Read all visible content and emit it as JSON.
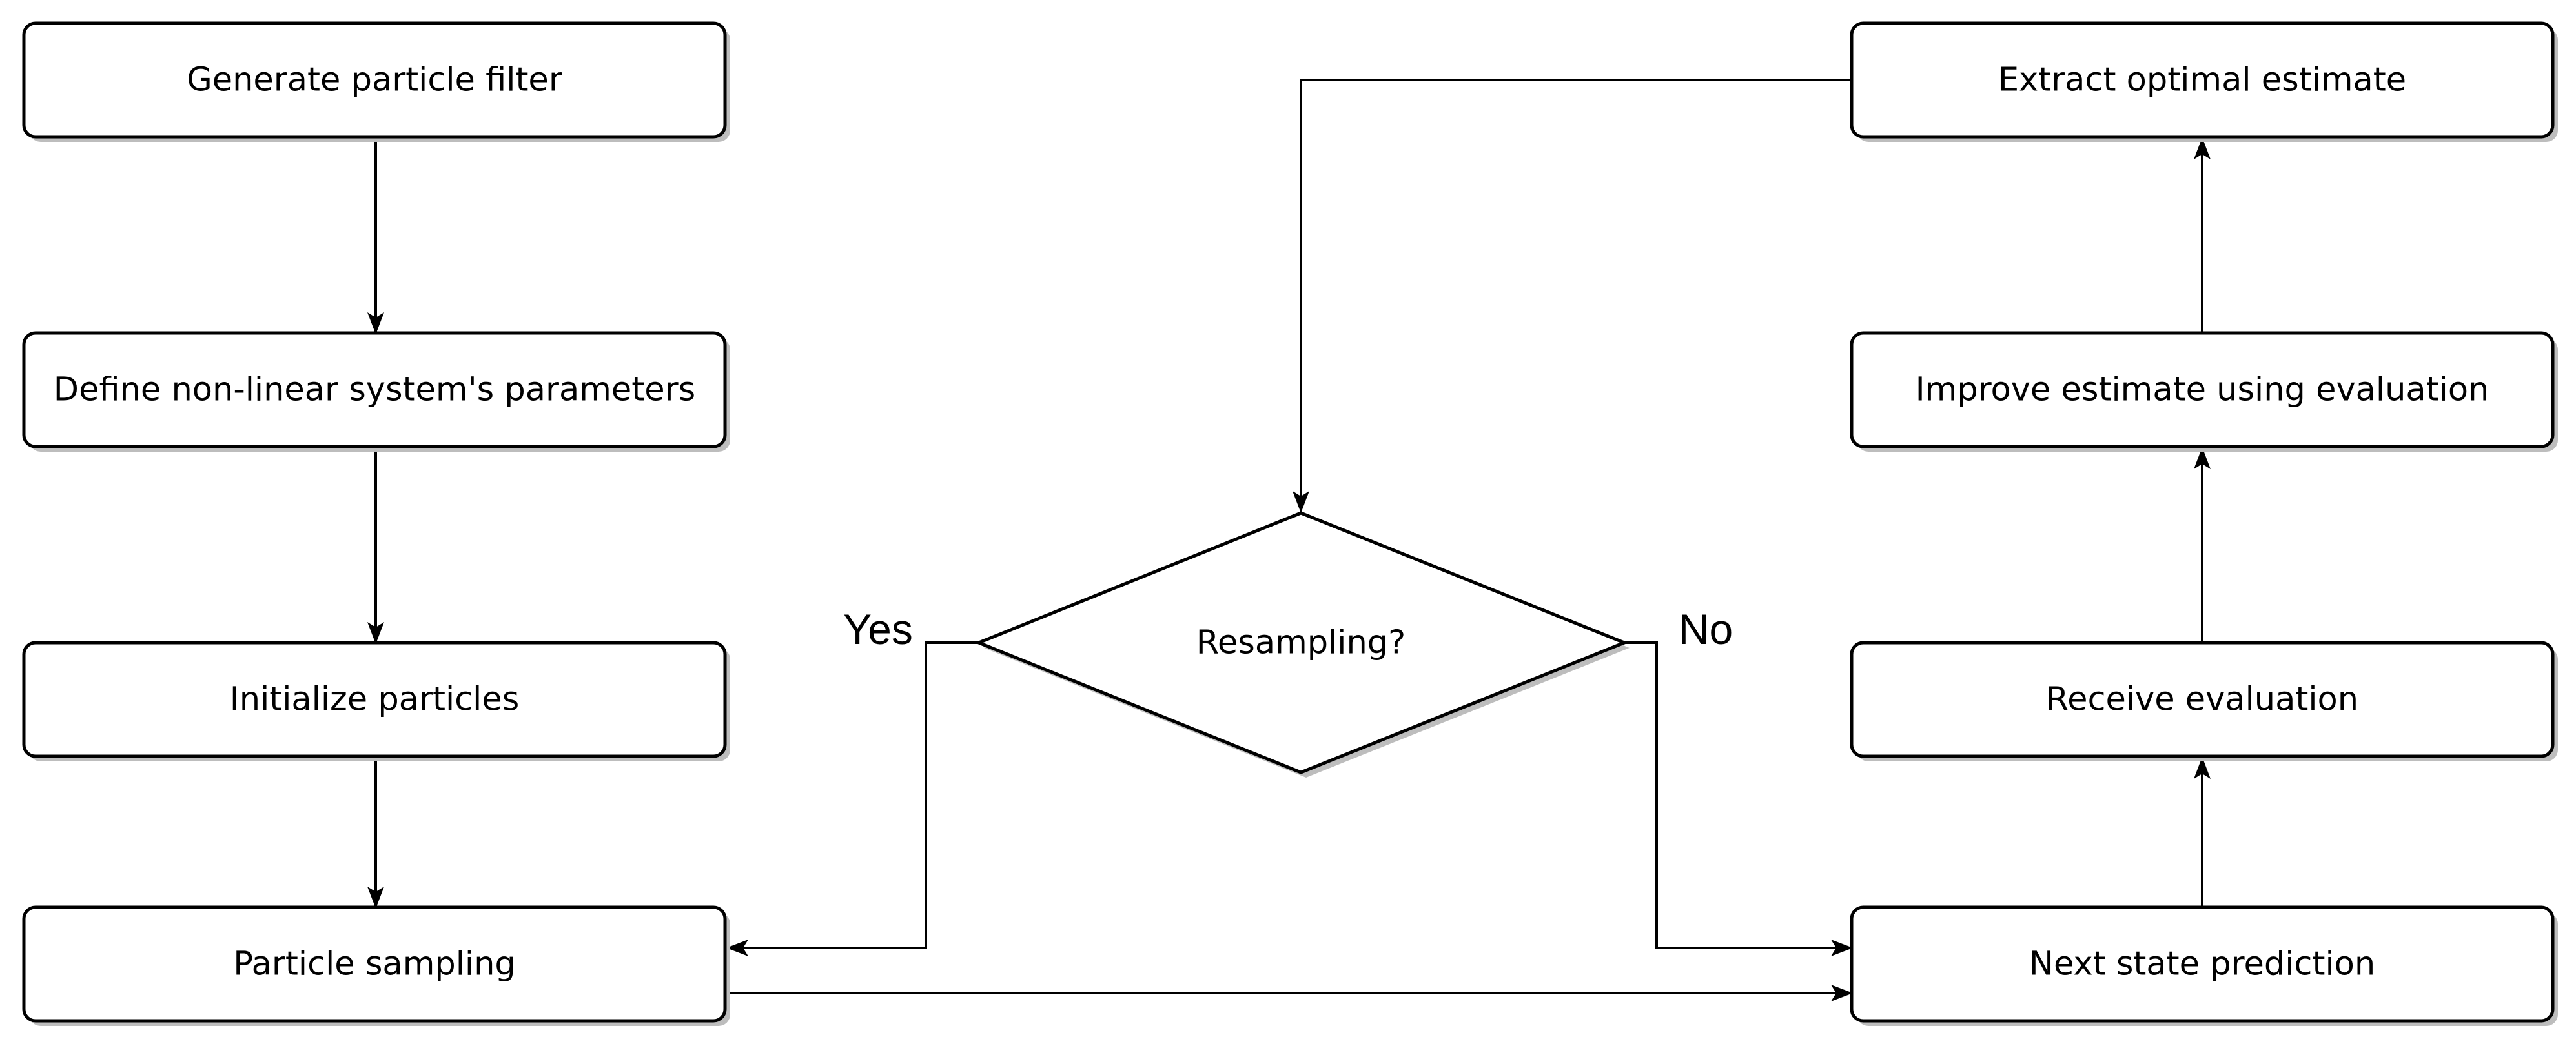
{
  "diagram": {
    "nodes": {
      "generate": {
        "label": "Generate particle filter",
        "shape": "rounded-rectangle"
      },
      "define_params": {
        "label": "Define non-linear system's parameters",
        "shape": "rounded-rectangle"
      },
      "init_particles": {
        "label": "Initialize particles",
        "shape": "rounded-rectangle"
      },
      "particle_sampling": {
        "label": "Particle sampling",
        "shape": "rounded-rectangle"
      },
      "resampling": {
        "label": "Resampling?",
        "shape": "diamond"
      },
      "next_state": {
        "label": "Next state prediction",
        "shape": "rounded-rectangle"
      },
      "receive_eval": {
        "label": "Receive evaluation",
        "shape": "rounded-rectangle"
      },
      "improve_estimate": {
        "label": "Improve estimate using evaluation",
        "shape": "rounded-rectangle"
      },
      "extract_estimate": {
        "label": "Extract optimal estimate",
        "shape": "rounded-rectangle"
      }
    },
    "edges": [
      {
        "from": "generate",
        "to": "define_params"
      },
      {
        "from": "define_params",
        "to": "init_particles"
      },
      {
        "from": "init_particles",
        "to": "particle_sampling"
      },
      {
        "from": "particle_sampling",
        "to": "next_state"
      },
      {
        "from": "next_state",
        "to": "receive_eval"
      },
      {
        "from": "receive_eval",
        "to": "improve_estimate"
      },
      {
        "from": "improve_estimate",
        "to": "extract_estimate"
      },
      {
        "from": "extract_estimate",
        "to": "resampling"
      },
      {
        "from": "resampling",
        "to": "particle_sampling",
        "label": "Yes"
      },
      {
        "from": "resampling",
        "to": "next_state",
        "label": "No"
      }
    ],
    "branch_labels": {
      "yes": "Yes",
      "no": "No"
    },
    "colors": {
      "stroke": "#000000",
      "fill": "#ffffff",
      "shadow": "#bdbdbd"
    }
  }
}
